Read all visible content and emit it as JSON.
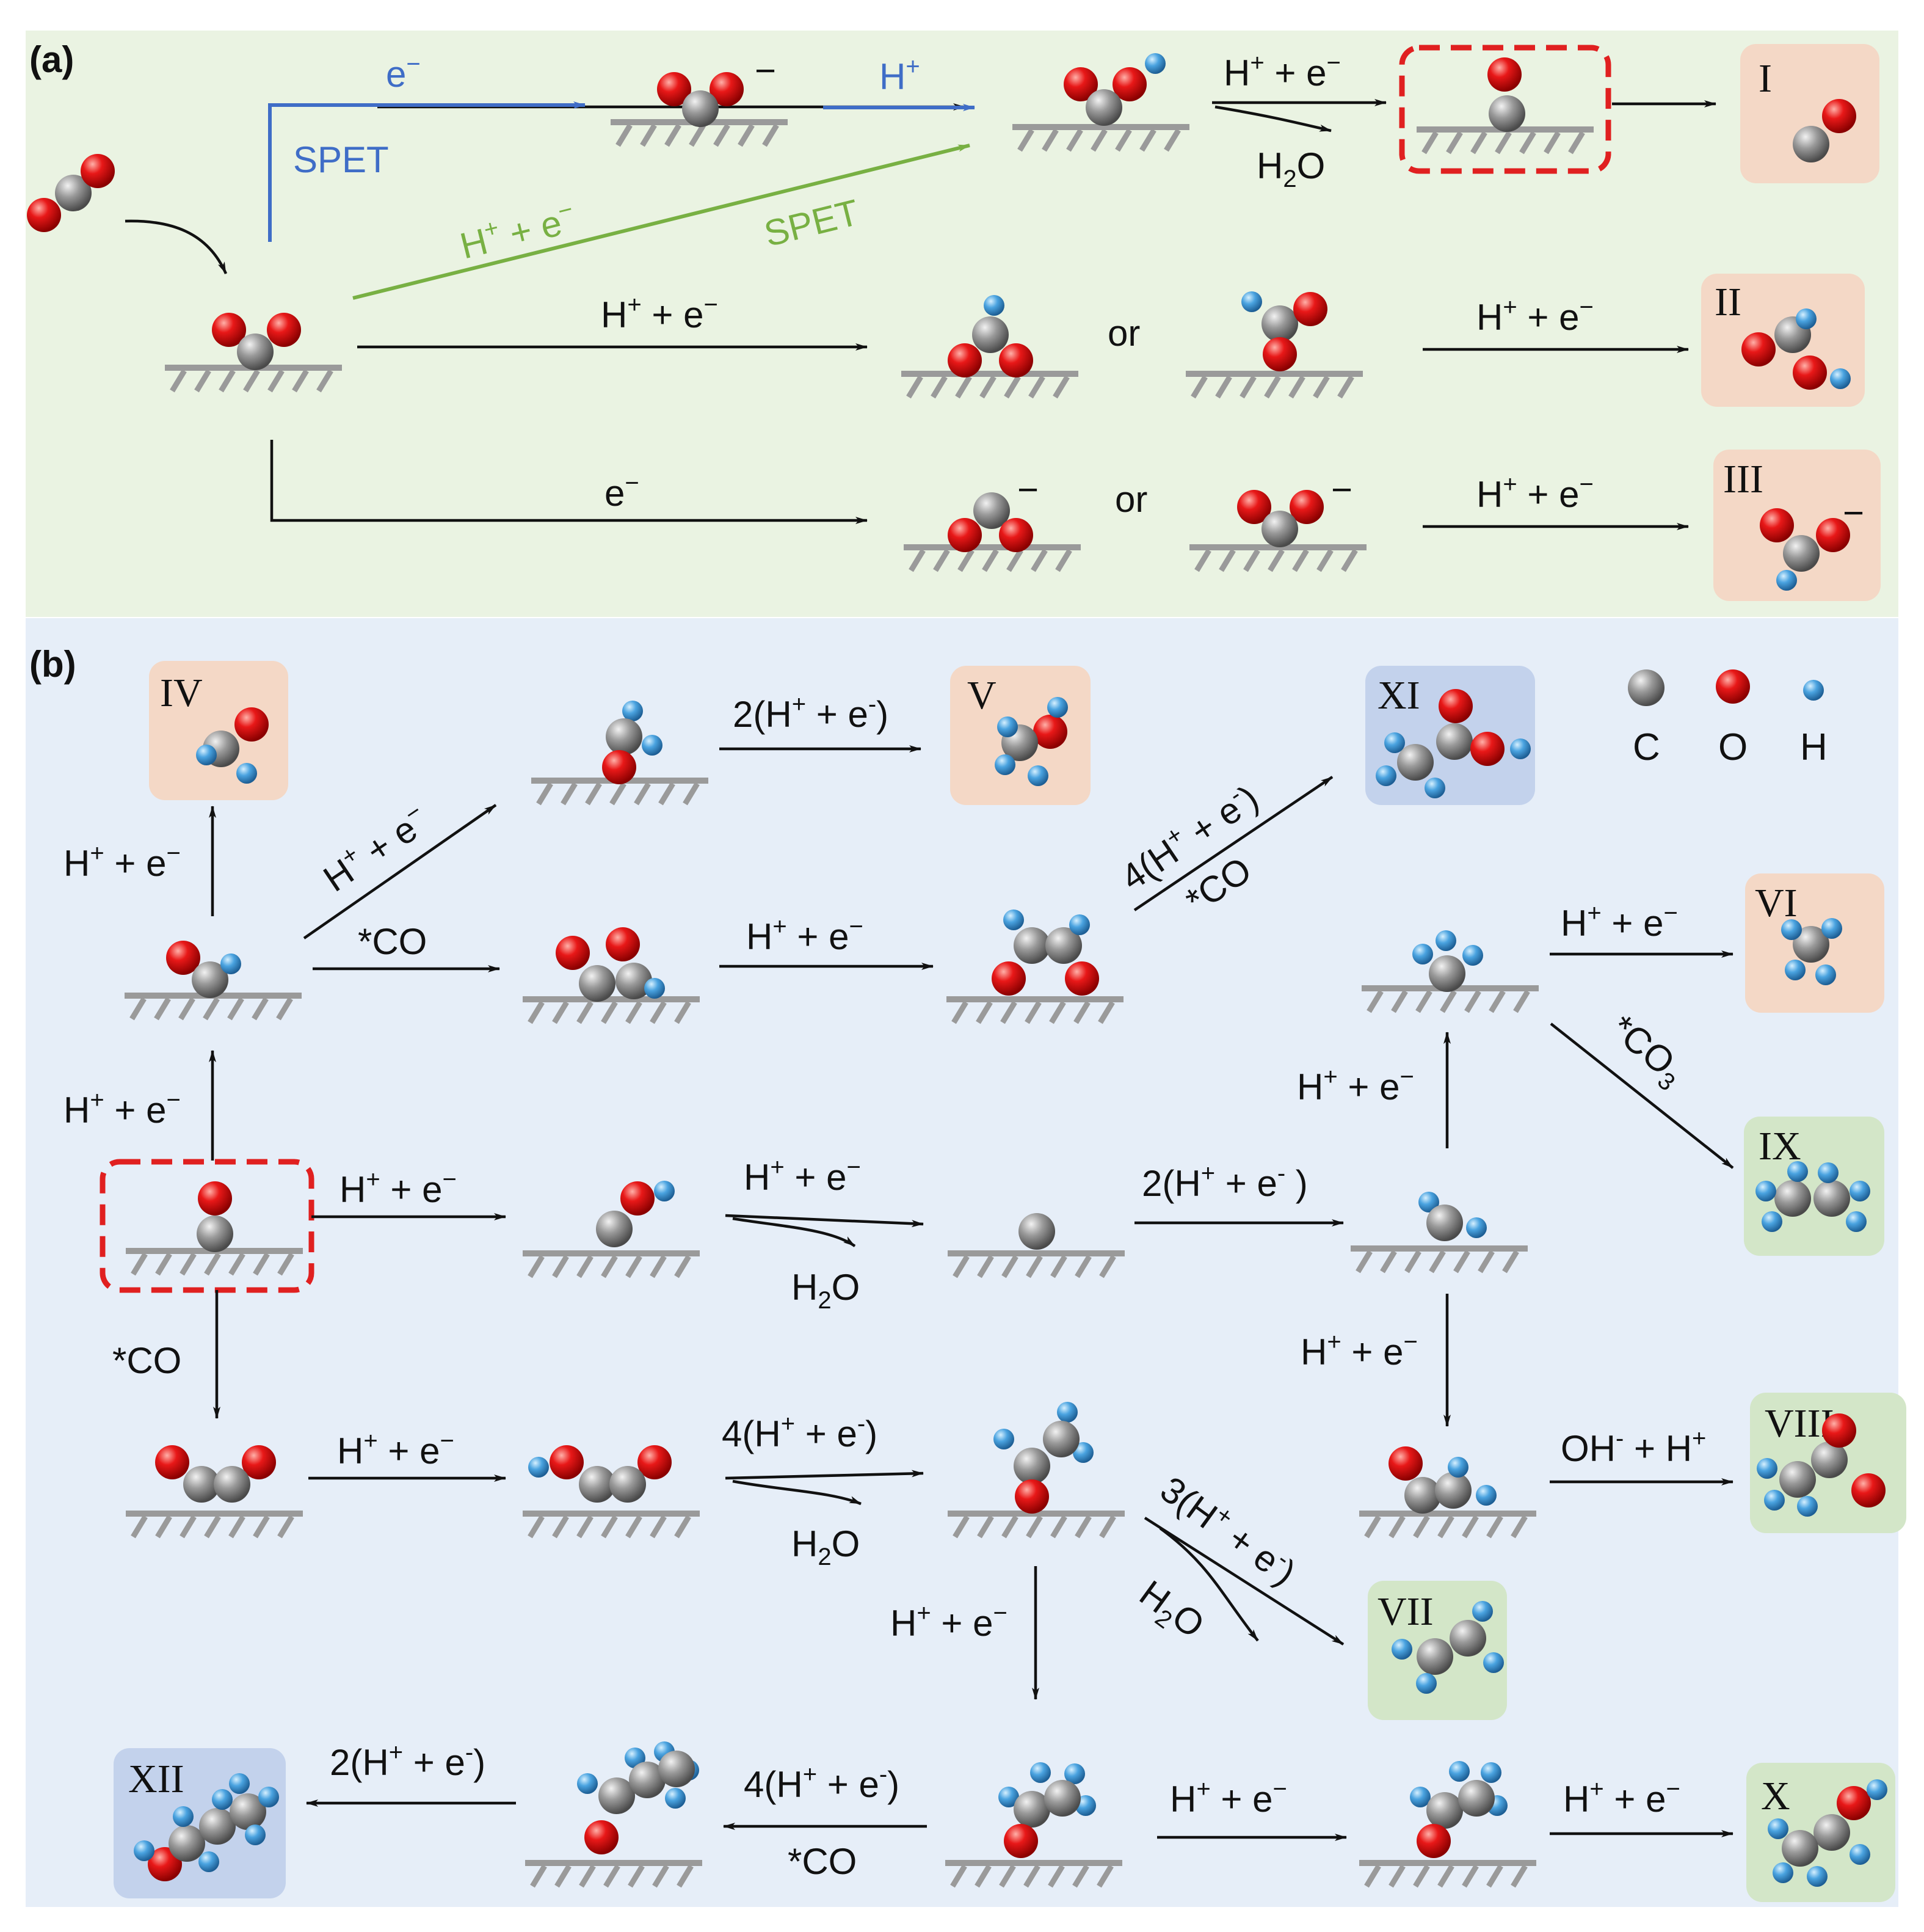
{
  "panels": {
    "a": "(a)",
    "b": "(b)"
  },
  "colors": {
    "panel_a_bg": "#eaf3e2",
    "panel_b_bg": "#e6eef8",
    "box_salmon": "#f4d8c6",
    "box_green": "#d3e6c8",
    "box_blue": "#c3d2ec",
    "carbon": "#7f7f7f",
    "oxygen": "#dd0f0f",
    "hydrogen": "#3e98d9",
    "spet_blue": "#3f6dc7",
    "spet_green": "#78b043",
    "highlight_red": "#e02020"
  },
  "products": {
    "I": "I",
    "II": "II",
    "III": "III",
    "IV": "IV",
    "V": "V",
    "VI": "VI",
    "VII": "VII",
    "VIII": "VIII",
    "IX": "IX",
    "X": "X",
    "XI": "XI",
    "XII": "XII"
  },
  "legend": {
    "C": "C",
    "O": "O",
    "H": "H"
  },
  "labels": {
    "e": "e",
    "h_plus": "H",
    "spet": "SPET",
    "h2o": "H",
    "or": "or",
    "co_star": "*CO",
    "co3_star": "*CO",
    "two": "2(",
    "three": "3(",
    "four": "4(",
    "oh": "OH",
    "plus": "+",
    "minus": "−"
  }
}
